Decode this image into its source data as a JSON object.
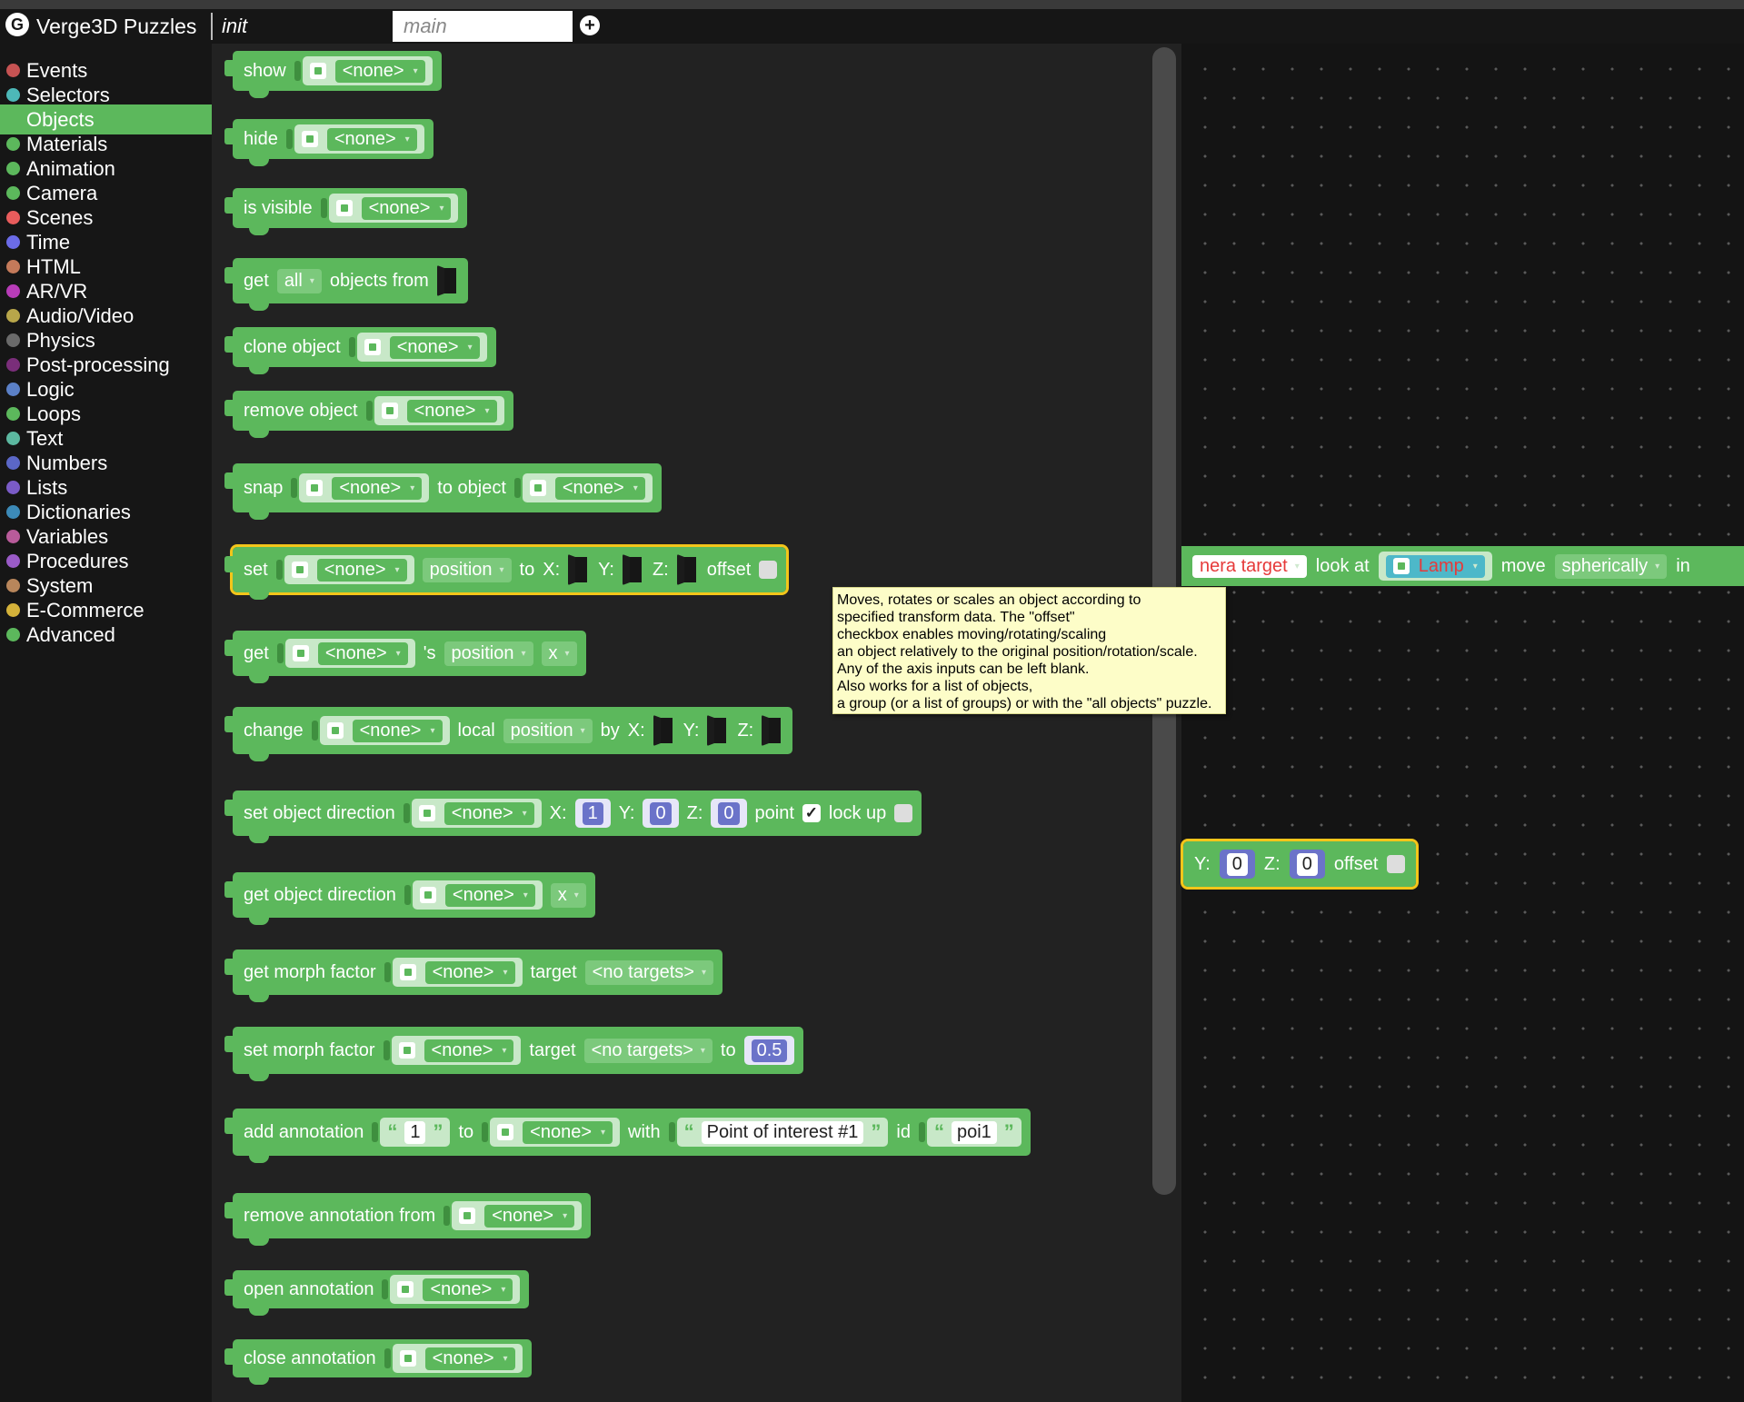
{
  "header": {
    "app_title": "Verge3D Puzzles",
    "logo_glyph": "G",
    "tabs": [
      "init",
      "main"
    ],
    "add_glyph": "+"
  },
  "sidebar": {
    "items": [
      {
        "label": "Events",
        "color": "#c65353"
      },
      {
        "label": "Selectors",
        "color": "#4db8b8"
      },
      {
        "label": "Objects",
        "color": "#5cb85c",
        "active": true
      },
      {
        "label": "Materials",
        "color": "#5cb85c"
      },
      {
        "label": "Animation",
        "color": "#5cb85c"
      },
      {
        "label": "Camera",
        "color": "#5cb85c"
      },
      {
        "label": "Scenes",
        "color": "#e85c5c"
      },
      {
        "label": "Time",
        "color": "#6b6be8"
      },
      {
        "label": "HTML",
        "color": "#c47a5a"
      },
      {
        "label": "AR/VR",
        "color": "#b83cb8"
      },
      {
        "label": "Audio/Video",
        "color": "#b8a64a"
      },
      {
        "label": "Physics",
        "color": "#6a6a6a"
      },
      {
        "label": "Post-processing",
        "color": "#7a2e7a"
      },
      {
        "label": "Logic",
        "color": "#5b80c7"
      },
      {
        "label": "Loops",
        "color": "#5cb85c"
      },
      {
        "label": "Text",
        "color": "#5cb8a0"
      },
      {
        "label": "Numbers",
        "color": "#5b67c7"
      },
      {
        "label": "Lists",
        "color": "#7a5bc7"
      },
      {
        "label": "Dictionaries",
        "color": "#3c8ab8"
      },
      {
        "label": "Variables",
        "color": "#b85b9a"
      },
      {
        "label": "Procedures",
        "color": "#9a5bc7"
      },
      {
        "label": "System",
        "color": "#b8865b"
      },
      {
        "label": "E-Commerce",
        "color": "#d4b23a"
      },
      {
        "label": "Advanced",
        "color": "#5cb85c"
      }
    ]
  },
  "blocks": {
    "none": "<none>",
    "show": "show",
    "hide": "hide",
    "is_visible": "is visible",
    "get": "get",
    "all": "all",
    "objects_from": "objects from",
    "clone_object": "clone object",
    "remove_object": "remove object",
    "snap": "snap",
    "to_object": "to object",
    "set": "set",
    "position": "position",
    "to": "to",
    "x_label": "X:",
    "y_label": "Y:",
    "z_label": "Z:",
    "offset": "offset",
    "s_position": "'s",
    "axis_x": "x",
    "change": "change",
    "local": "local",
    "by": "by",
    "set_object_direction": "set object direction",
    "dir_x": "1",
    "dir_y": "0",
    "dir_z": "0",
    "point": "point",
    "lock_up": "lock up",
    "check_glyph": "✓",
    "get_object_direction": "get object direction",
    "get_morph_factor": "get morph factor",
    "target": "target",
    "no_targets": "<no targets>",
    "set_morph_factor": "set morph factor",
    "morph_value": "0.5",
    "add_annotation": "add annotation",
    "annotation_text": "1",
    "with": "with",
    "annotation_content": "Point of interest #1",
    "id": "id",
    "annotation_id": "poi1",
    "remove_annotation_from": "remove annotation from",
    "open_annotation": "open annotation",
    "close_annotation": "close annotation",
    "quote_open": "“",
    "quote_close": "”",
    "dropdown_arrow": "▾"
  },
  "tooltip": {
    "lines": [
      "Moves, rotates or scales an object according to",
      "specified transform data. The \"offset\"",
      "checkbox enables moving/rotating/scaling",
      "an object relatively to the original position/rotation/scale.",
      "Any of the axis inputs can be left blank.",
      "Also works for a list of objects,",
      "a group (or a list of groups) or with the \"all objects\" puzzle."
    ]
  },
  "workspace": {
    "camera_target": "nera target",
    "look_at": "look at",
    "lamp": "Lamp",
    "move": "move",
    "spherically": "spherically",
    "in": "in",
    "y_label": "Y:",
    "y_value": "0",
    "z_label": "Z:",
    "z_value": "0",
    "offset": "offset"
  }
}
